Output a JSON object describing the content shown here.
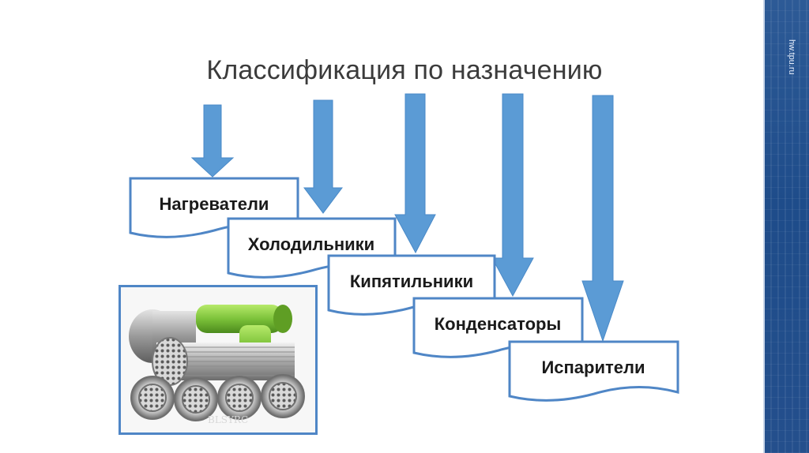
{
  "slide": {
    "title": "Классификация по назначению",
    "site": "hw.tpu.ru"
  },
  "diagram": {
    "items": [
      {
        "label": "Нагреватели"
      },
      {
        "label": "Холодильники"
      },
      {
        "label": "Кипятильники"
      },
      {
        "label": "Конденсаторы"
      },
      {
        "label": "Испарители"
      }
    ]
  },
  "photo": {
    "watermark": "BLSYRC"
  },
  "colors": {
    "arrow": "#5b9bd5",
    "box_border": "#4f86c6",
    "band": "#1e4c8a"
  }
}
